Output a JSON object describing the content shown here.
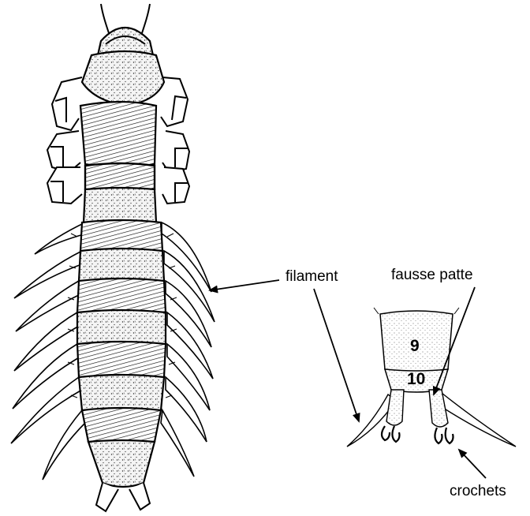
{
  "labels": {
    "filament": "filament",
    "fausse_patte": "fausse patte",
    "crochets": "crochets"
  },
  "segments": {
    "nine": "9",
    "ten": "10"
  },
  "colors": {
    "ink": "#000000",
    "background": "#ffffff",
    "body_fill": "#efefef"
  }
}
